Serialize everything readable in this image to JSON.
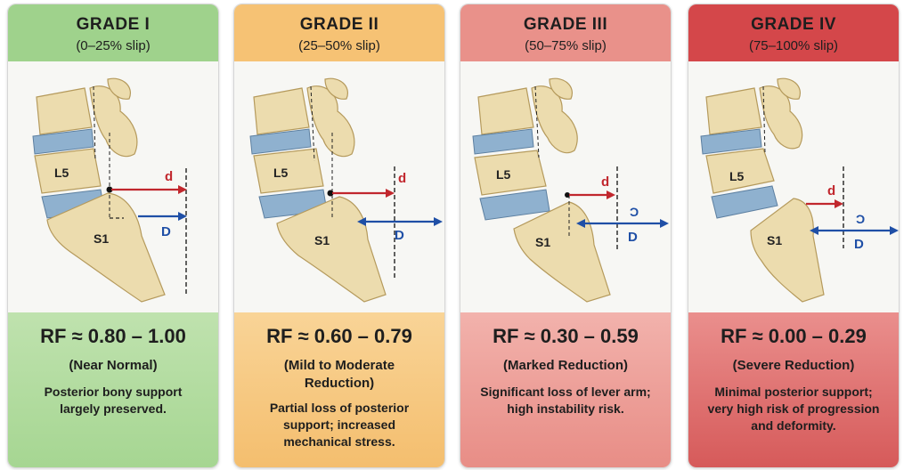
{
  "colors": {
    "grade1": "#9fd28c",
    "grade2": "#f6c274",
    "grade3": "#e9918a",
    "grade4": "#d4474a",
    "bone": "#ecdcae",
    "disc": "#8fb1cf",
    "arrow_red": "#c1272d",
    "arrow_blue": "#1f4fa6"
  },
  "grades": [
    {
      "title": "GRADE I",
      "slip": "(0–25% slip)",
      "rf": "RF ≈ 0.80 – 1.00",
      "category": "(Near Normal)",
      "description": "Posterior bony support largely preserved.",
      "labels": {
        "upper": "L5",
        "lower": "S1",
        "d": "d",
        "D": "D"
      }
    },
    {
      "title": "GRADE II",
      "slip": "(25–50% slip)",
      "rf": "RF ≈ 0.60 – 0.79",
      "category": "(Mild to Moderate Reduction)",
      "description": "Partial loss of posterior support; increased mechanical stress.",
      "labels": {
        "upper": "L5",
        "lower": "S1",
        "d": "d",
        "D": "D"
      }
    },
    {
      "title": "GRADE III",
      "slip": "(50–75% slip)",
      "rf": "RF ≈ 0.30 – 0.59",
      "category": "(Marked Reduction)",
      "description": "Significant loss of lever arm; high instability risk.",
      "labels": {
        "upper": "L5",
        "lower": "S1",
        "d": "d",
        "D": "D",
        "extra": "Ɔ"
      }
    },
    {
      "title": "GRADE IV",
      "slip": "(75–100% slip)",
      "rf": "RF ≈ 0.00 – 0.29",
      "category": "(Severe Reduction)",
      "description": "Minimal posterior support; very high risk of progression and deformity.",
      "labels": {
        "upper": "L5",
        "lower": "S1",
        "d": "d",
        "D": "D",
        "extra": "Ɔ"
      }
    }
  ]
}
